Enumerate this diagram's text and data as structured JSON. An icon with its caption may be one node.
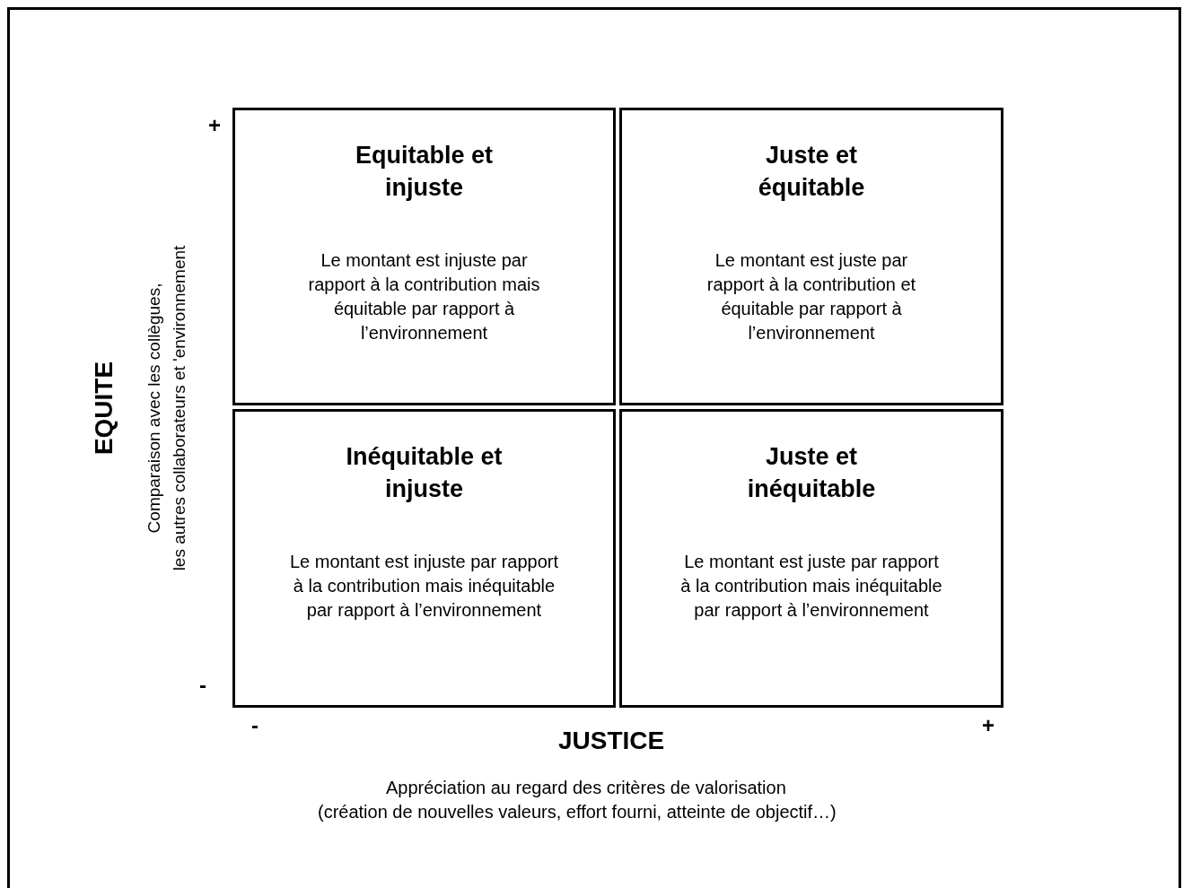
{
  "diagram": {
    "nodes": [
      {
        "text": [
          "Equitable et injuste",
          "Le montant est injuste par rapport à la contribution mais équitable par rapport à l’environnement"
        ]
      },
      {
        "text": [
          "Juste et équitable",
          "Le montant est juste par rapport à la contribution et équitable par rapport à l’environnement"
        ]
      },
      {
        "text": [
          "Inéquitable et injuste",
          "Le montant est injuste par rapport à la contribution mais inéquitable par rapport à l’environnement"
        ]
      },
      {
        "text": [
          "Juste et inéquitable",
          "Le montant est juste par rapport à la contribution mais inéquitable par rapport à l’environnement"
        ]
      }
    ],
    "edges": [],
    "labels": [
      "+",
      "EQUITE",
      "Comparaison avec les collègues,",
      "les autres collaborateurs et 'environnement",
      "-",
      "-",
      "JUSTICE",
      "+",
      "Appréciation au regard des critères de valorisation",
      "(création de nouvelles valeurs, effort fourni, atteinte de objectif…)"
    ]
  }
}
